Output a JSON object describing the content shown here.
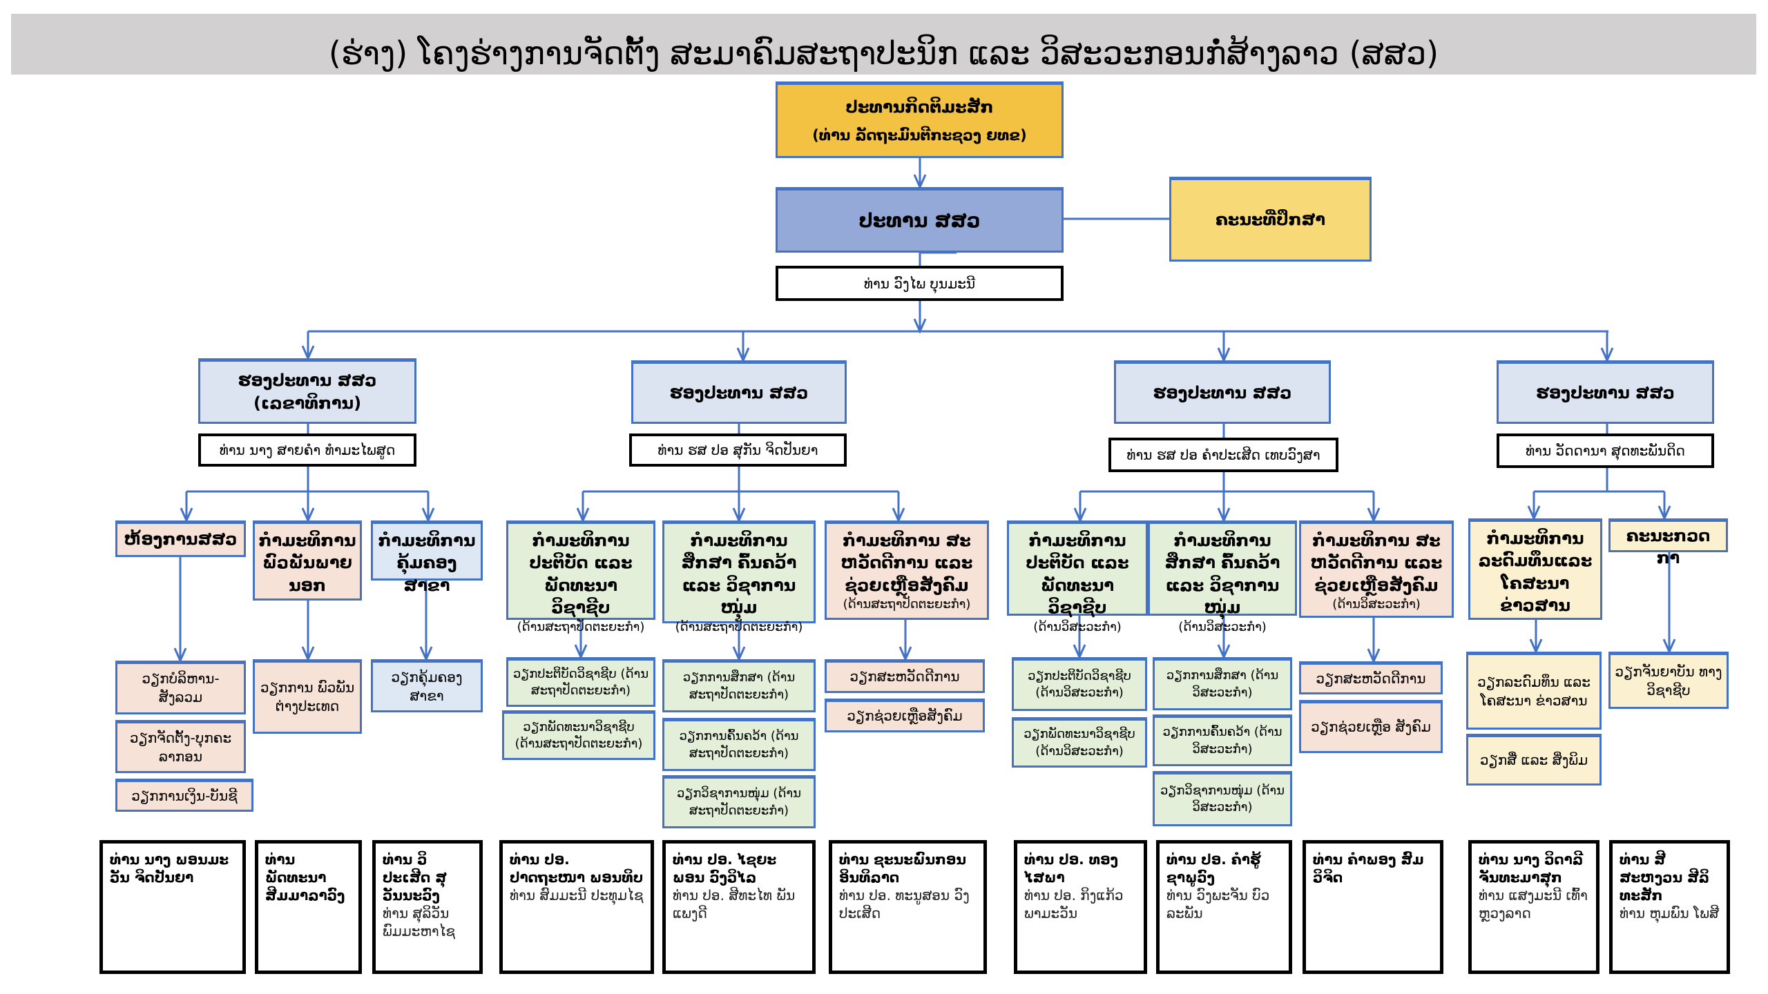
{
  "title": "(ຮ່າງ) ໂຄງຮ່າງການຈັດຕັ້ງ ສະມາຄົມສະຖາປະນິກ ແລະ ວິສະວະກອນກໍ່ສ້າງລາວ (ສສວ)",
  "colors": {
    "line": "#4472C4",
    "honorary": "#F3C242",
    "president": "#95A9D8",
    "advisors": "#F8D978",
    "vice_president": "#DCE3F1",
    "architecture": "#E4EFDA",
    "welfare": "#F6E2D6",
    "info": "#FBF0CF"
  },
  "honorary": {
    "title": "ປະທານກິດຕິມະສັກ",
    "name": "(ທ່ານ ລັດຖະມົນຕີກະຊວງ ຍທຂ)"
  },
  "president": {
    "title": "ປະທານ ສສວ",
    "name": "ທ່ານ ວົງໄພ ບຸນມະນີ"
  },
  "advisors": {
    "title": "ຄະນະທີ່ປຶກສາ"
  },
  "vice_presidents": [
    {
      "title": "ຮອງປະທານ ສສວ",
      "subtitle": "(ເລຂາທິການ)",
      "name": "ທ່ານ ນາງ ສາຍຄຳ ທຳມະໄພສູດ"
    },
    {
      "title": "ຮອງປະທານ ສສວ",
      "name": "ທ່ານ ຮສ ປອ ສຸກັນ ຈິດປັນຍາ"
    },
    {
      "title": "ຮອງປະທານ ສສວ",
      "name": "ທ່ານ ຮສ ປອ ຄຳປະເສີດ ເທບວົງສາ"
    },
    {
      "title": "ຮອງປະທານ ສສວ",
      "name": "ທ່ານ ວັດດານາ ສຸດທະພັນດິດ"
    }
  ],
  "committees": [
    {
      "title": "ຫ້ອງການສສວ",
      "units": [
        "ວຽກບໍລິຫານ-ສັງລວມ",
        "ວຽກຈັດຕັ້ງ-ບຸກຄະລາກອນ",
        "ວຽກການເງິນ-ບັນຊີ"
      ],
      "people": {
        "lead": "ທ່ານ ນາງ ພອນມະວັນ ຈິດປັນຍາ"
      }
    },
    {
      "title": "ກຳມະທິການ ພົວພັນພາຍ ນອກ",
      "units": [
        "ວຽກການ ພົວພັນ ຕ່າງປະເທດ"
      ],
      "people": {
        "lead": "ທ່ານ ພັດທະນາ ສີມມາລາວົງ"
      }
    },
    {
      "title": "ກຳມະທິການ ຄຸ້ມຄອງສາຂາ",
      "units": [
        "ວຽກຄຸ້ມຄອງ ສາຂາ"
      ],
      "people": {
        "lead": "ທ່ານ ວິປະເສີດ ສຸວັນນະວົງ",
        "second": "ທ່ານ ສຸລິວັນ ພົມມະຫາໄຊ"
      }
    },
    {
      "title": "ກຳມະທິການ ປະຕິບັດ ແລະ ພັດທະນາ ວິຊາຊີບ",
      "subtitle": "(ດ້ານສະຖາປັດຕະຍະກຳ)",
      "units": [
        "ວຽກປະຕິບັດວິຊາຊີບ (ດ້ານສະຖາປັດຕະຍະກຳ)",
        "ວຽກພັດທະນາວິຊາຊີບ (ດ້ານສະຖາປັດຕະຍະກຳ)"
      ],
      "people": {
        "lead": "ທ່ານ ປອ. ປາດຖະໜາ ພອນທິບ",
        "second": "ທ່ານ ສົມມະນີ ປະທຸມໄຊ"
      }
    },
    {
      "title": "ກຳມະທິການ ສຶກສາ ຄົ້ນຄວ້າ ແລະ ວິຊາການໜຸ່ມ",
      "subtitle": "(ດ້ານສະຖາປັດຕະຍະກຳ)",
      "units": [
        "ວຽກການສຶກສາ (ດ້ານສະຖາປັດຕະຍະກຳ)",
        "ວຽກການຄົ້ນຄວ້າ (ດ້ານສະຖາປັດຕະຍະກຳ)",
        "ວຽກວິຊາການໜຸ່ມ (ດ້ານສະຖາປັດຕະຍະກຳ)"
      ],
      "people": {
        "lead": "ທ່ານ ປອ. ໄຊຍະພອນ ວົງວິໄລ",
        "second": "ທ່ານ ປອ. ສີທະໄທ ພັນແພງດີ"
      }
    },
    {
      "title": "ກຳມະທິການ ສະຫວັດດີການ ແລະ ຊ່ວຍເຫຼືອສັງຄົມ",
      "subtitle": "(ດ້ານສະຖາປັດຕະຍະກຳ)",
      "units": [
        "ວຽກສະຫວັດດີການ",
        "ວຽກຊ່ວຍເຫຼືອສັງຄົມ"
      ],
      "people": {
        "lead": "ທ່ານ ຊະນະພົນກອນ ອິນທິລາດ",
        "second": "ທ່ານ ປອ. ທະນູສອນ ວົງປະເສີດ"
      }
    },
    {
      "title": "ກຳມະທິການ ປະຕິບັດ ແລະ ພັດທະນາ ວິຊາຊີບ",
      "subtitle": "(ດ້ານວິສະວະກຳ)",
      "units": [
        "ວຽກປະຕິບັດວິຊາຊີບ (ດ້ານວິສະວະກຳ)",
        "ວຽກພັດທະນາວິຊາຊີບ (ດ້ານວິສະວະກຳ)"
      ],
      "people": {
        "lead": "ທ່ານ ປອ. ທອງ ໄສພາ",
        "second": "ທ່ານ ປອ. ກິງແກ້ວ ພາມະວັນ"
      }
    },
    {
      "title": "ກຳມະທິການ ສຶກສາ ຄົ້ນຄວ້າ ແລະ ວິຊາການໜຸ່ມ",
      "subtitle": "(ດ້ານວິສະວະກຳ)",
      "units": [
        "ວຽກການສຶກສາ (ດ້ານວິສະວະກຳ)",
        "ວຽກການຄົ້ນຄວ້າ (ດ້ານວິສະວະກຳ)",
        "ວຽກວິຊາການໜຸ່ມ (ດ້ານວິສະວະກຳ)"
      ],
      "people": {
        "lead": "ທ່ານ ປອ. ຄຳຮູ້ ຊາພູວົງ",
        "second": "ທ່ານ ວົງພະຈັນ ບົວລະພັນ"
      }
    },
    {
      "title": "ກຳມະທິການ ສະຫວັດດີການ ແລະ ຊ່ວຍເຫຼືອສັງຄົມ",
      "subtitle": "(ດ້ານວິສະວະກຳ)",
      "units": [
        "ວຽກສະຫວັດດີການ",
        "ວຽກຊ່ວຍເຫຼືອ ສັງຄົມ"
      ],
      "people": {
        "lead": "ທ່ານ ຄຳພອງ ສົມວິຈິດ"
      }
    },
    {
      "title": "ກຳມະທິການ ລະດົມທຶນແລະ ໂຄສະນາ ຂ່າວສານ",
      "units": [
        "ວຽກລະດົມທຶນ ແລະໂຄສະນາ ຂ່າວສານ",
        "ວຽກສື່ ແລະ ສິ່ງພິມ"
      ],
      "people": {
        "lead": "ທ່ານ ນາງ ວິດາລີ ຈັນທະມາສຸກ",
        "second": "ທ່ານ ແສງມະນີ ເທົ້າຫຼວງລາດ"
      }
    },
    {
      "title": "ຄະນະກວດກາ",
      "units": [
        "ວຽກຈັນຍາບັນ ທາງວິຊາຊີບ"
      ],
      "people": {
        "lead": "ທ່ານ ສີ ສະຫງວນ ສີລິທະສັກ",
        "second": "ທ່ານ ຫຸມພົນ ໂພສີ"
      }
    }
  ]
}
